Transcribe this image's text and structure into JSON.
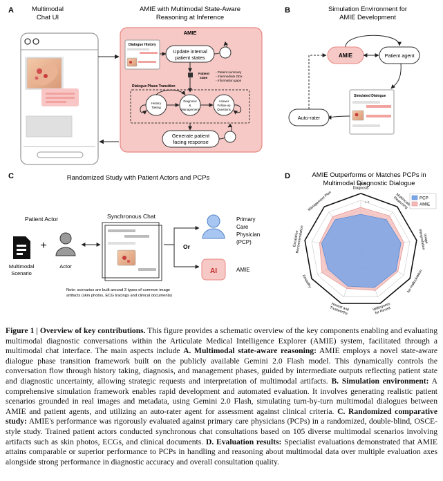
{
  "panel_a": {
    "letter": "A",
    "chat_title_1": "Multimodal",
    "chat_title_2": "Chat UI",
    "amie_title_1": "AMIE with Multimodal State-Aware",
    "amie_title_2": "Reasoning at Inference",
    "amie_label": "AMIE",
    "dialogue_history": "Dialogue History",
    "update_1": "Update internal",
    "update_2": "patient states",
    "patient_state_1": "Patient",
    "patient_state_2": "state",
    "states": [
      "- Patient summary",
      "- Intermediate DDx",
      "- Information gaps"
    ],
    "phase_transition": "Dialogue Phase Transition",
    "phase_1": [
      "History",
      "Taking"
    ],
    "phase_2": [
      "Diagnosis",
      "&",
      "Management"
    ],
    "phase_3": [
      "Answer",
      "Follow-up",
      "Questions"
    ],
    "generate_1": "Generate patient",
    "generate_2": "facing response"
  },
  "panel_b": {
    "letter": "B",
    "title_1": "Simulation Environment for",
    "title_2": "AMIE Development",
    "amie": "AMIE",
    "patient_agent": "Patient agent",
    "simulated_dialogue": "Simulated Dialogue",
    "auto_rater": "Auto-rater"
  },
  "panel_c": {
    "letter": "C",
    "title": "Randomized Study with Patient Actors and PCPs",
    "patient_actor": "Patient Actor",
    "synchronous_chat": "Synchronous Chat",
    "multimodal_1": "Multimodal",
    "multimodal_2": "Scenario",
    "actor": "Actor",
    "pcp": [
      "Primary",
      "Care",
      "Physician",
      "(PCP)"
    ],
    "or": "Or",
    "ai": "AI",
    "amie": "AMIE",
    "plus": "+",
    "note_1": "Note: scenarios are built around 3 types of common image",
    "note_2": "artifacts (skin photos, ECG tracings and clinical documents)"
  },
  "panel_d": {
    "letter": "D",
    "title_1": "AMIE Outperforms or Matches PCPs in",
    "title_2": "Multimodal Diagnostic Dialogue"
  },
  "chart_data": {
    "type": "radar",
    "title": "AMIE Outperforms or Matches PCPs in Multimodal Diagnostic Dialogue",
    "axes": [
      "Top-3 Diagnosis",
      "Multimodal Reasoning",
      "Image Interpretation",
      "No Hallucination",
      "Willingness for Revisit",
      "Honest and Trustworthy",
      "Empathy",
      "Escalation Recommendation",
      "Management Plan"
    ],
    "axis_lines": [
      [
        "Top-3",
        "Diagnosis"
      ],
      [
        "Multimodal",
        "Reasoning"
      ],
      [
        "Image",
        "Interpretation"
      ],
      [
        "No Hallucination"
      ],
      [
        "Willingness",
        "for Revisit"
      ],
      [
        "Honest and",
        "Trustworthy"
      ],
      [
        "Empathy"
      ],
      [
        "Escalation",
        "Recommendation"
      ],
      [
        "Management Plan"
      ]
    ],
    "rlim": [
      0,
      1
    ],
    "ticks": [
      0.2,
      0.4,
      0.6,
      0.8,
      1.0
    ],
    "tick_labels": [
      "1.0"
    ],
    "series": [
      {
        "name": "PCP",
        "color": "#7aa6e6",
        "values": [
          0.72,
          0.8,
          0.82,
          0.82,
          0.8,
          0.77,
          0.76,
          0.8,
          0.8
        ]
      },
      {
        "name": "AMIE",
        "color": "#f2b8b6",
        "values": [
          0.86,
          0.9,
          0.88,
          0.86,
          0.86,
          0.82,
          0.9,
          0.84,
          0.88
        ]
      }
    ],
    "legend_position": "top-right"
  },
  "caption": {
    "label": "Figure 1 | ",
    "heading": "Overview of key contributions.",
    "s1": " This figure provides a schematic overview of the key components enabling and evaluating multimodal diagnostic conversations within the Articulate Medical Intelligence Explorer (AMIE) system, facilitated through a multimodal chat interface. The main aspects include ",
    "a_head": "A. Multimodal state-aware reasoning:",
    "a_body": " AMIE employs a novel state-aware dialogue phase transition framework built on the publicly available Gemini 2.0 Flash model. This dynamically controls the conversation flow through history taking, diagnosis, and management phases, guided by intermediate outputs reflecting patient state and diagnostic uncertainty, allowing strategic requests and interpretation of multimodal artifacts. ",
    "b_head": "B. Simulation environment:",
    "b_body": " A comprehensive simulation framework enables rapid development and automated evaluation. It involves generating realistic patient scenarios grounded in real images and metadata, using Gemini 2.0 Flash, simulating turn-by-turn multimodal dialogues between AMIE and patient agents, and utilizing an auto-rater agent for assessment against clinical criteria. ",
    "c_head": "C. Randomized comparative study:",
    "c_body": " AMIE's performance was rigorously evaluated against primary care physicians (PCPs) in a randomized, double-blind, OSCE-style study. Trained patient actors conducted synchronous chat consultations based on 105 diverse multimodal scenarios involving artifacts such as skin photos, ECGs, and clinical documents. ",
    "d_head": "D. Evaluation results:",
    "d_body": " Specialist evaluations demonstrated that AMIE attains comparable or superior performance to PCPs in handling and reasoning about multimodal data over multiple evaluation axes alongside strong performance in diagnostic accuracy and overall consultation quality."
  }
}
